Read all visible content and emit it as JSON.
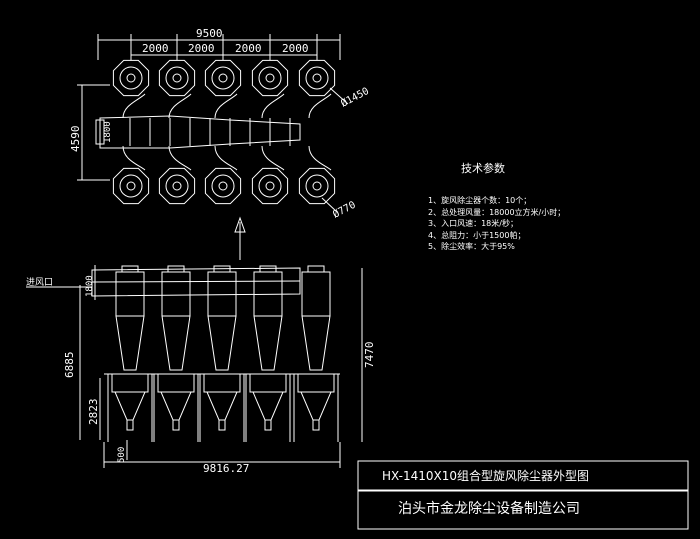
{
  "plan_view": {
    "overall_width": "9500",
    "spacing_labels": [
      "2000",
      "2000",
      "2000",
      "2000"
    ],
    "depth": "4590",
    "inlet_size": "1800",
    "outer_diameter": "Ø1450",
    "inner_diameter": "Ø770"
  },
  "elevation_view": {
    "inlet_label": "进风口",
    "inlet_height": "1800",
    "total_height": "7470",
    "support_height": "6885",
    "hopper_height": "2823",
    "outlet_height": "500",
    "overall_width": "9816.27"
  },
  "specs": {
    "title": "技术参数",
    "items": [
      "1、旋风除尘器个数：10个；",
      "2、总处理风量：18000立方米/小时；",
      "3、入口风速：18米/秒；",
      "4、总阻力：小于1500帕；",
      "5、除尘效率：大于95%"
    ]
  },
  "title_block": {
    "model": "HX-1410X10组合型旋风除尘器外型图",
    "company": "泊头市金龙除尘设备制造公司"
  },
  "colors": {
    "background": "#000000",
    "lines": "#ffffff"
  }
}
